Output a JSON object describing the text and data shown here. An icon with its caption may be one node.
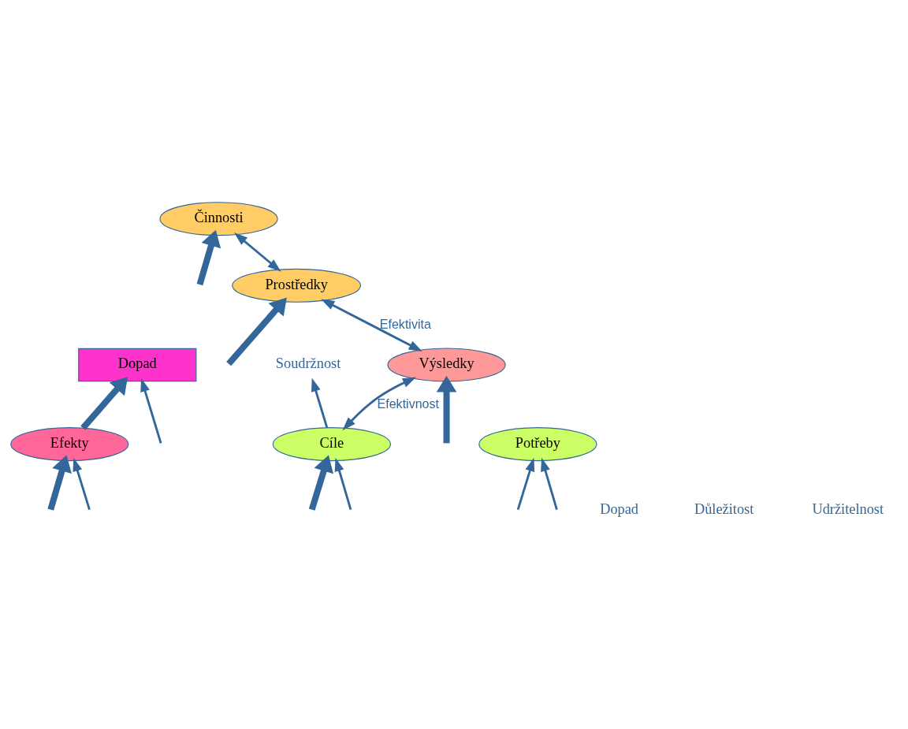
{
  "diagram": {
    "nodes": [
      {
        "text": [
          "Dopad"
        ]
      },
      {
        "text": [
          "Efekty"
        ]
      },
      {
        "text": [
          "Výsledky"
        ]
      },
      {
        "text": [
          "Činnosti"
        ]
      },
      {
        "text": [
          "Prostředky"
        ]
      },
      {
        "text": [
          "Cíle"
        ]
      },
      {
        "text": [
          "Potřeby"
        ]
      },
      {
        "text": [
          "Soudržnost"
        ]
      }
    ],
    "edges": [
      {
        "from": null,
        "to": 5,
        "arrow": "to",
        "style": "thick"
      },
      {
        "from": null,
        "to": 4,
        "arrow": "to",
        "style": "thick"
      },
      {
        "from": null,
        "to": 3,
        "arrow": "to",
        "style": "thick"
      },
      {
        "from": null,
        "to": 2,
        "arrow": "to",
        "style": "thick"
      },
      {
        "from": null,
        "to": 1,
        "arrow": "to",
        "style": "thick"
      },
      {
        "from": 1,
        "to": 0,
        "arrow": "to",
        "style": "thick"
      },
      {
        "from": 5,
        "to": 7,
        "arrow": "to"
      },
      {
        "from": 4,
        "to": 3,
        "arrow": "both"
      },
      {
        "from": 2,
        "to": 4,
        "arrow": "both",
        "label": "Efektivita"
      },
      {
        "from": 5,
        "to": 2,
        "arrow": "both",
        "label": "Efektivnost"
      },
      {
        "from": null,
        "to": 6,
        "arrow": "to"
      },
      {
        "from": null,
        "to": 6,
        "arrow": "to"
      },
      {
        "from": null,
        "to": 5,
        "arrow": "to"
      },
      {
        "from": null,
        "to": 1,
        "arrow": "to"
      },
      {
        "from": null,
        "to": 0,
        "arrow": "to"
      }
    ],
    "labels": [
      "Dopad",
      "Důležitost",
      "Udržitelnost"
    ]
  }
}
